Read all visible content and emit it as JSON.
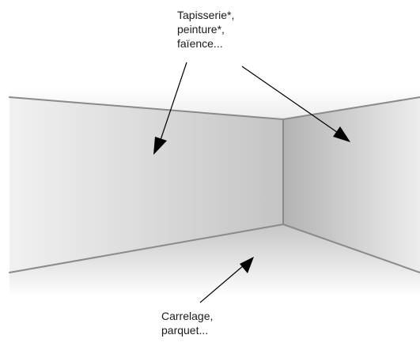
{
  "walls_label": {
    "lines": [
      "Tapisserie*,",
      "peinture*,",
      "faïence..."
    ]
  },
  "floor_label": {
    "lines": [
      "Carrelage,",
      "parquet..."
    ]
  },
  "colors": {
    "edge": "#8a8a8a",
    "arrow": "#000000",
    "wall_light": "#f2f2f2",
    "wall_dark": "#b8b8b8",
    "floor": "#e2e2e2"
  }
}
